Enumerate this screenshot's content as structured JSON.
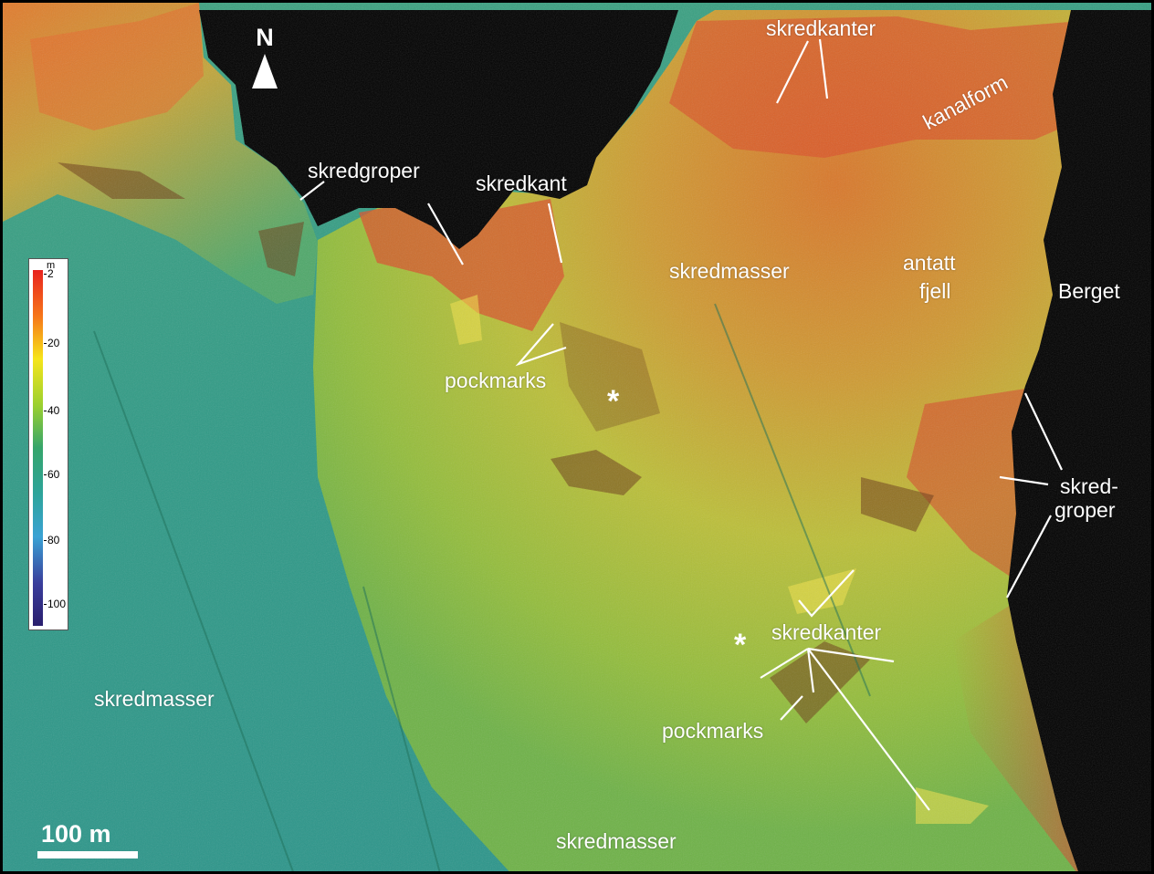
{
  "labels": {
    "skredkanter_top": "skredkanter",
    "kanalform": "kanalform",
    "skredgroper_left": "skredgroper",
    "skredkant": "skredkant",
    "skredmasser_center": "skredmasser",
    "antatt": "antatt",
    "fjell": "fjell",
    "berget": "Berget",
    "pockmarks_upper": "pockmarks",
    "skred_right": "skred-",
    "groper_right": "groper",
    "skredkanter_lower": "skredkanter",
    "pockmarks_lower": "pockmarks",
    "skredmasser_left": "skredmasser",
    "skredmasser_bottom": "skredmasser",
    "asterisk": "*"
  },
  "north": {
    "letter": "N"
  },
  "depth_scale": {
    "unit": "m",
    "ticks": [
      "2",
      "20",
      "40",
      "60",
      "80",
      "100"
    ],
    "colors": [
      "#e8231f",
      "#f6761a",
      "#f6e51a",
      "#9bd02f",
      "#35a56b",
      "#2da49b",
      "#3aa2d4",
      "#3a3e9c",
      "#2a1f6e"
    ]
  },
  "scale_bar": {
    "label": "100 m"
  }
}
